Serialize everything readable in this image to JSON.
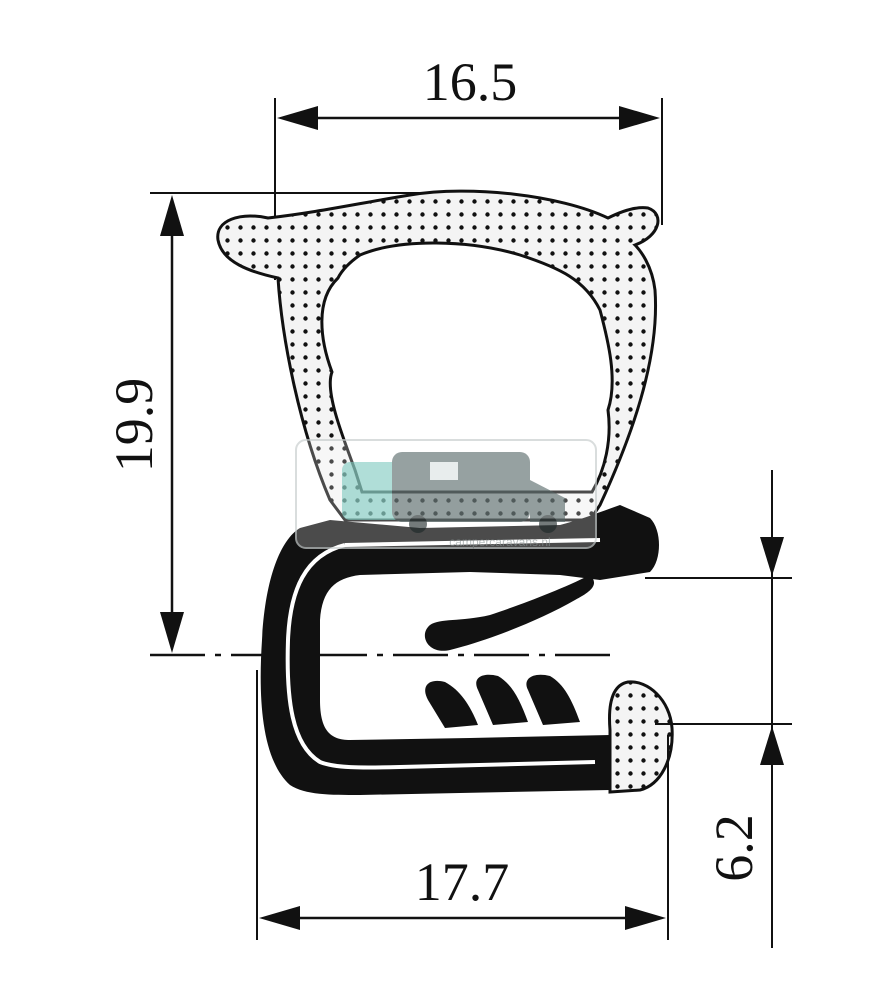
{
  "dimensions": {
    "top_width": "16.5",
    "total_height": "19.9",
    "bottom_width": "17.7",
    "grip_height": "6.2"
  },
  "watermark": {
    "text": "campercaravans.nl",
    "color_primary": "#8fd1c8",
    "color_secondary": "#6b7a7a"
  },
  "colors": {
    "profile": "#111111",
    "sponge_fill": "#f4f4f4",
    "sponge_dots": "#111111"
  }
}
